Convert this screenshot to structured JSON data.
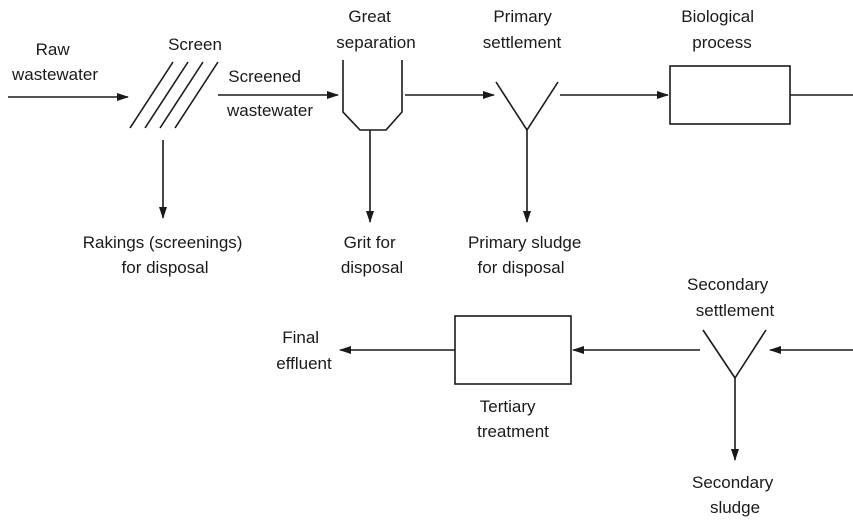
{
  "labels": {
    "raw_wastewater": [
      "Raw",
      "wastewater"
    ],
    "screen": "Screen",
    "screened_wastewater": [
      "Screened",
      "wastewater"
    ],
    "grit_separation": [
      "Great",
      "separation"
    ],
    "primary_settlement": [
      "Primary",
      "settlement"
    ],
    "biological_process": [
      "Biological",
      "process"
    ],
    "rakings": [
      "Rakings (screenings)",
      "for disposal"
    ],
    "grit_disposal": [
      "Grit for",
      "disposal"
    ],
    "primary_sludge": [
      "Primary sludge",
      "for disposal"
    ],
    "secondary_settlement": [
      "Secondary",
      "settlement"
    ],
    "final_effluent": [
      "Final",
      "effluent"
    ],
    "tertiary_treatment": [
      "Tertiary",
      "treatment"
    ],
    "secondary_sludge": [
      "Secondary",
      "sludge"
    ]
  }
}
